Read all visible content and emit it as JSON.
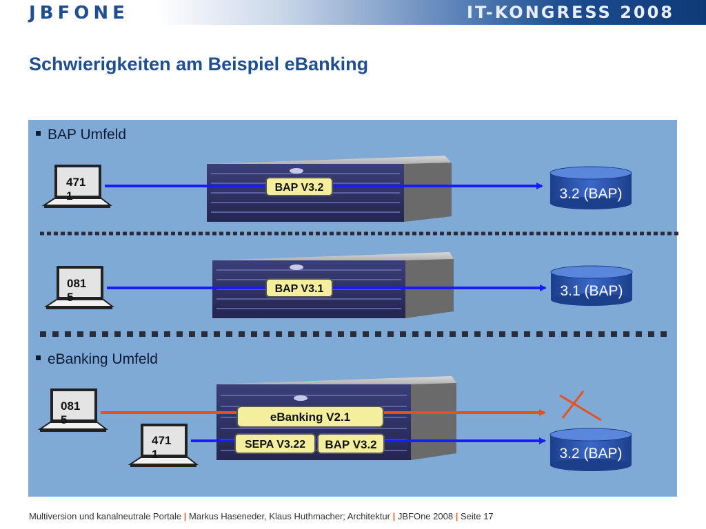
{
  "header": {
    "logo": "JBFONE",
    "congress": "IT-KONGRESS 2008"
  },
  "title": "Schwierigkeiten am Beispiel eBanking",
  "sections": {
    "bap": "BAP Umfeld",
    "ebanking": "eBanking Umfeld"
  },
  "clients": {
    "c1": "471\n1",
    "c2": "081\n5",
    "c3": "081\n5",
    "c4": "471\n1"
  },
  "server_labels": {
    "bap32": "BAP V3.2",
    "bap31": "BAP V3.1",
    "ebanking": "eBanking V2.1",
    "sepa": "SEPA V3.22",
    "bap32b": "BAP V3.2"
  },
  "databases": {
    "db1": "3.2 (BAP)",
    "db2": "3.1 (BAP)",
    "db3": "3.2 (BAP)"
  },
  "colors": {
    "blue_arrow": "#1a1aff",
    "orange_arrow": "#e8501e",
    "label_bg": "#f3ef9c",
    "panel": "#7faad6",
    "title": "#1f4f91"
  },
  "footer": {
    "part1": "Multiversion und kanalneutrale Portale",
    "part2": "Markus Haseneder, Klaus Huthmacher; Architektur",
    "part3": "JBFOne 2008",
    "part4": "Seite 17"
  }
}
